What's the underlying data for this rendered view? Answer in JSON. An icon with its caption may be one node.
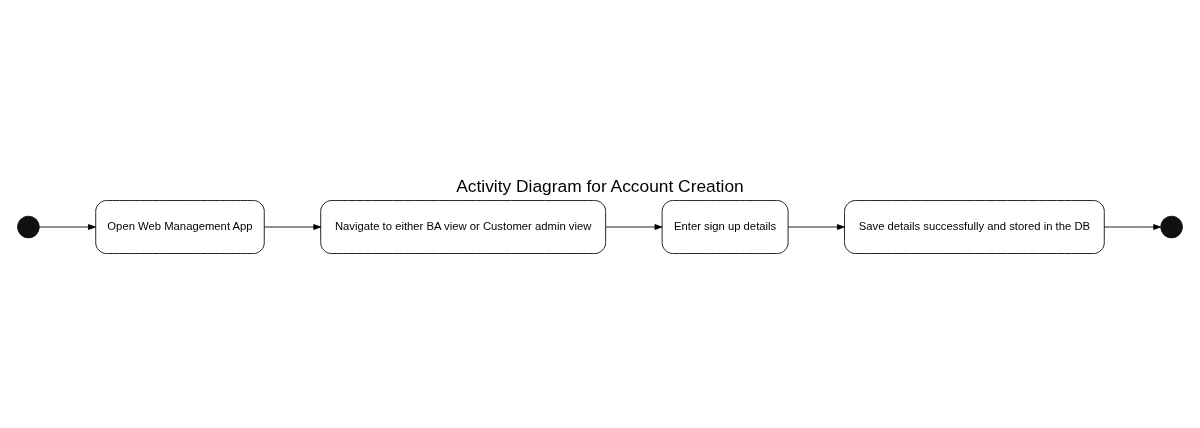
{
  "diagram": {
    "title": "Activity Diagram for Account Creation",
    "nodes": [
      {
        "text": [],
        "shape": "circle"
      },
      {
        "text": [
          "Open Web Management App"
        ]
      },
      {
        "text": [
          "Navigate to either BA view or Customer admin view"
        ]
      },
      {
        "text": [
          "Enter sign up details"
        ]
      },
      {
        "text": [
          "Save details successfully and stored in the DB"
        ]
      },
      {
        "text": [],
        "shape": "circle"
      }
    ],
    "edges": [
      {
        "from": 0,
        "to": 1,
        "arrow": "to"
      },
      {
        "from": 1,
        "to": 2,
        "arrow": "to"
      },
      {
        "from": 2,
        "to": 3,
        "arrow": "to"
      },
      {
        "from": 3,
        "to": 4,
        "arrow": "to"
      },
      {
        "from": 4,
        "to": 5,
        "arrow": "to"
      }
    ]
  }
}
